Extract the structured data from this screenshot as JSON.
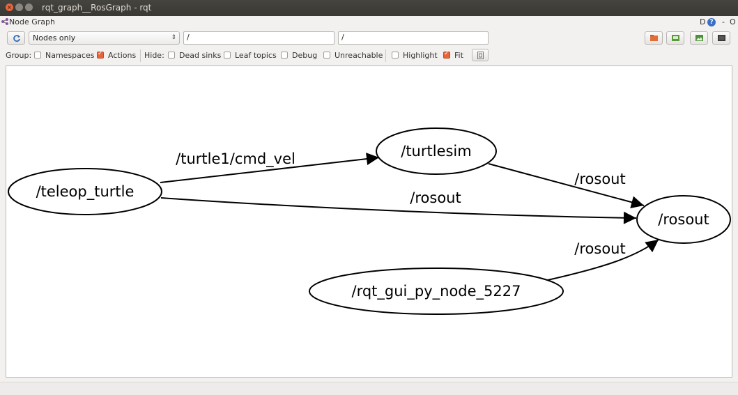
{
  "window": {
    "title": "rqt_graph__RosGraph - rqt",
    "close_glyph": "×"
  },
  "plugin": {
    "title": "Node Graph",
    "help_prefix": "D",
    "help_glyph": "?",
    "minimize_label": "-",
    "close_label": "O"
  },
  "toolbar": {
    "graph_type": "Nodes only",
    "node_filter": "/",
    "topic_filter": "/"
  },
  "options": {
    "group_label": "Group:",
    "namespaces": {
      "label": "Namespaces",
      "checked": false
    },
    "actions": {
      "label": "Actions",
      "checked": true
    },
    "hide_label": "Hide:",
    "dead_sinks": {
      "label": "Dead sinks",
      "checked": false
    },
    "leaf_topics": {
      "label": "Leaf topics",
      "checked": false
    },
    "debug": {
      "label": "Debug",
      "checked": false
    },
    "unreachable": {
      "label": "Unreachable",
      "checked": false
    },
    "highlight": {
      "label": "Highlight",
      "checked": false
    },
    "fit": {
      "label": "Fit",
      "checked": true
    }
  },
  "graph": {
    "nodes": {
      "teleop": "/teleop_turtle",
      "turtlesim": "/turtlesim",
      "rosout": "/rosout",
      "rqt": "/rqt_gui_py_node_5227"
    },
    "edges": {
      "cmd_vel": "/turtle1/cmd_vel",
      "teleop_rosout": "/rosout",
      "turtlesim_rosout": "/rosout",
      "rqt_rosout": "/rosout"
    }
  },
  "colors": {
    "accent": "#e8643a",
    "titlebar": "#3f3e3a",
    "help": "#3a6fc4"
  }
}
